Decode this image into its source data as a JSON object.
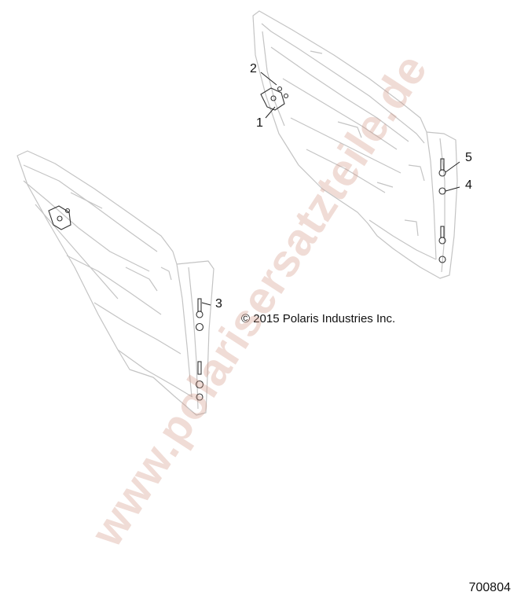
{
  "callouts": {
    "c1": "1",
    "c2": "2",
    "c3": "3",
    "c4": "4",
    "c5": "5"
  },
  "copyright": "© 2015 Polaris Industries Inc.",
  "part_number": "700804",
  "watermark": "www.polarisersatzteile.de",
  "colors": {
    "line": "#b9b9b9",
    "hardware": "#333333",
    "watermark": "#d29682"
  }
}
